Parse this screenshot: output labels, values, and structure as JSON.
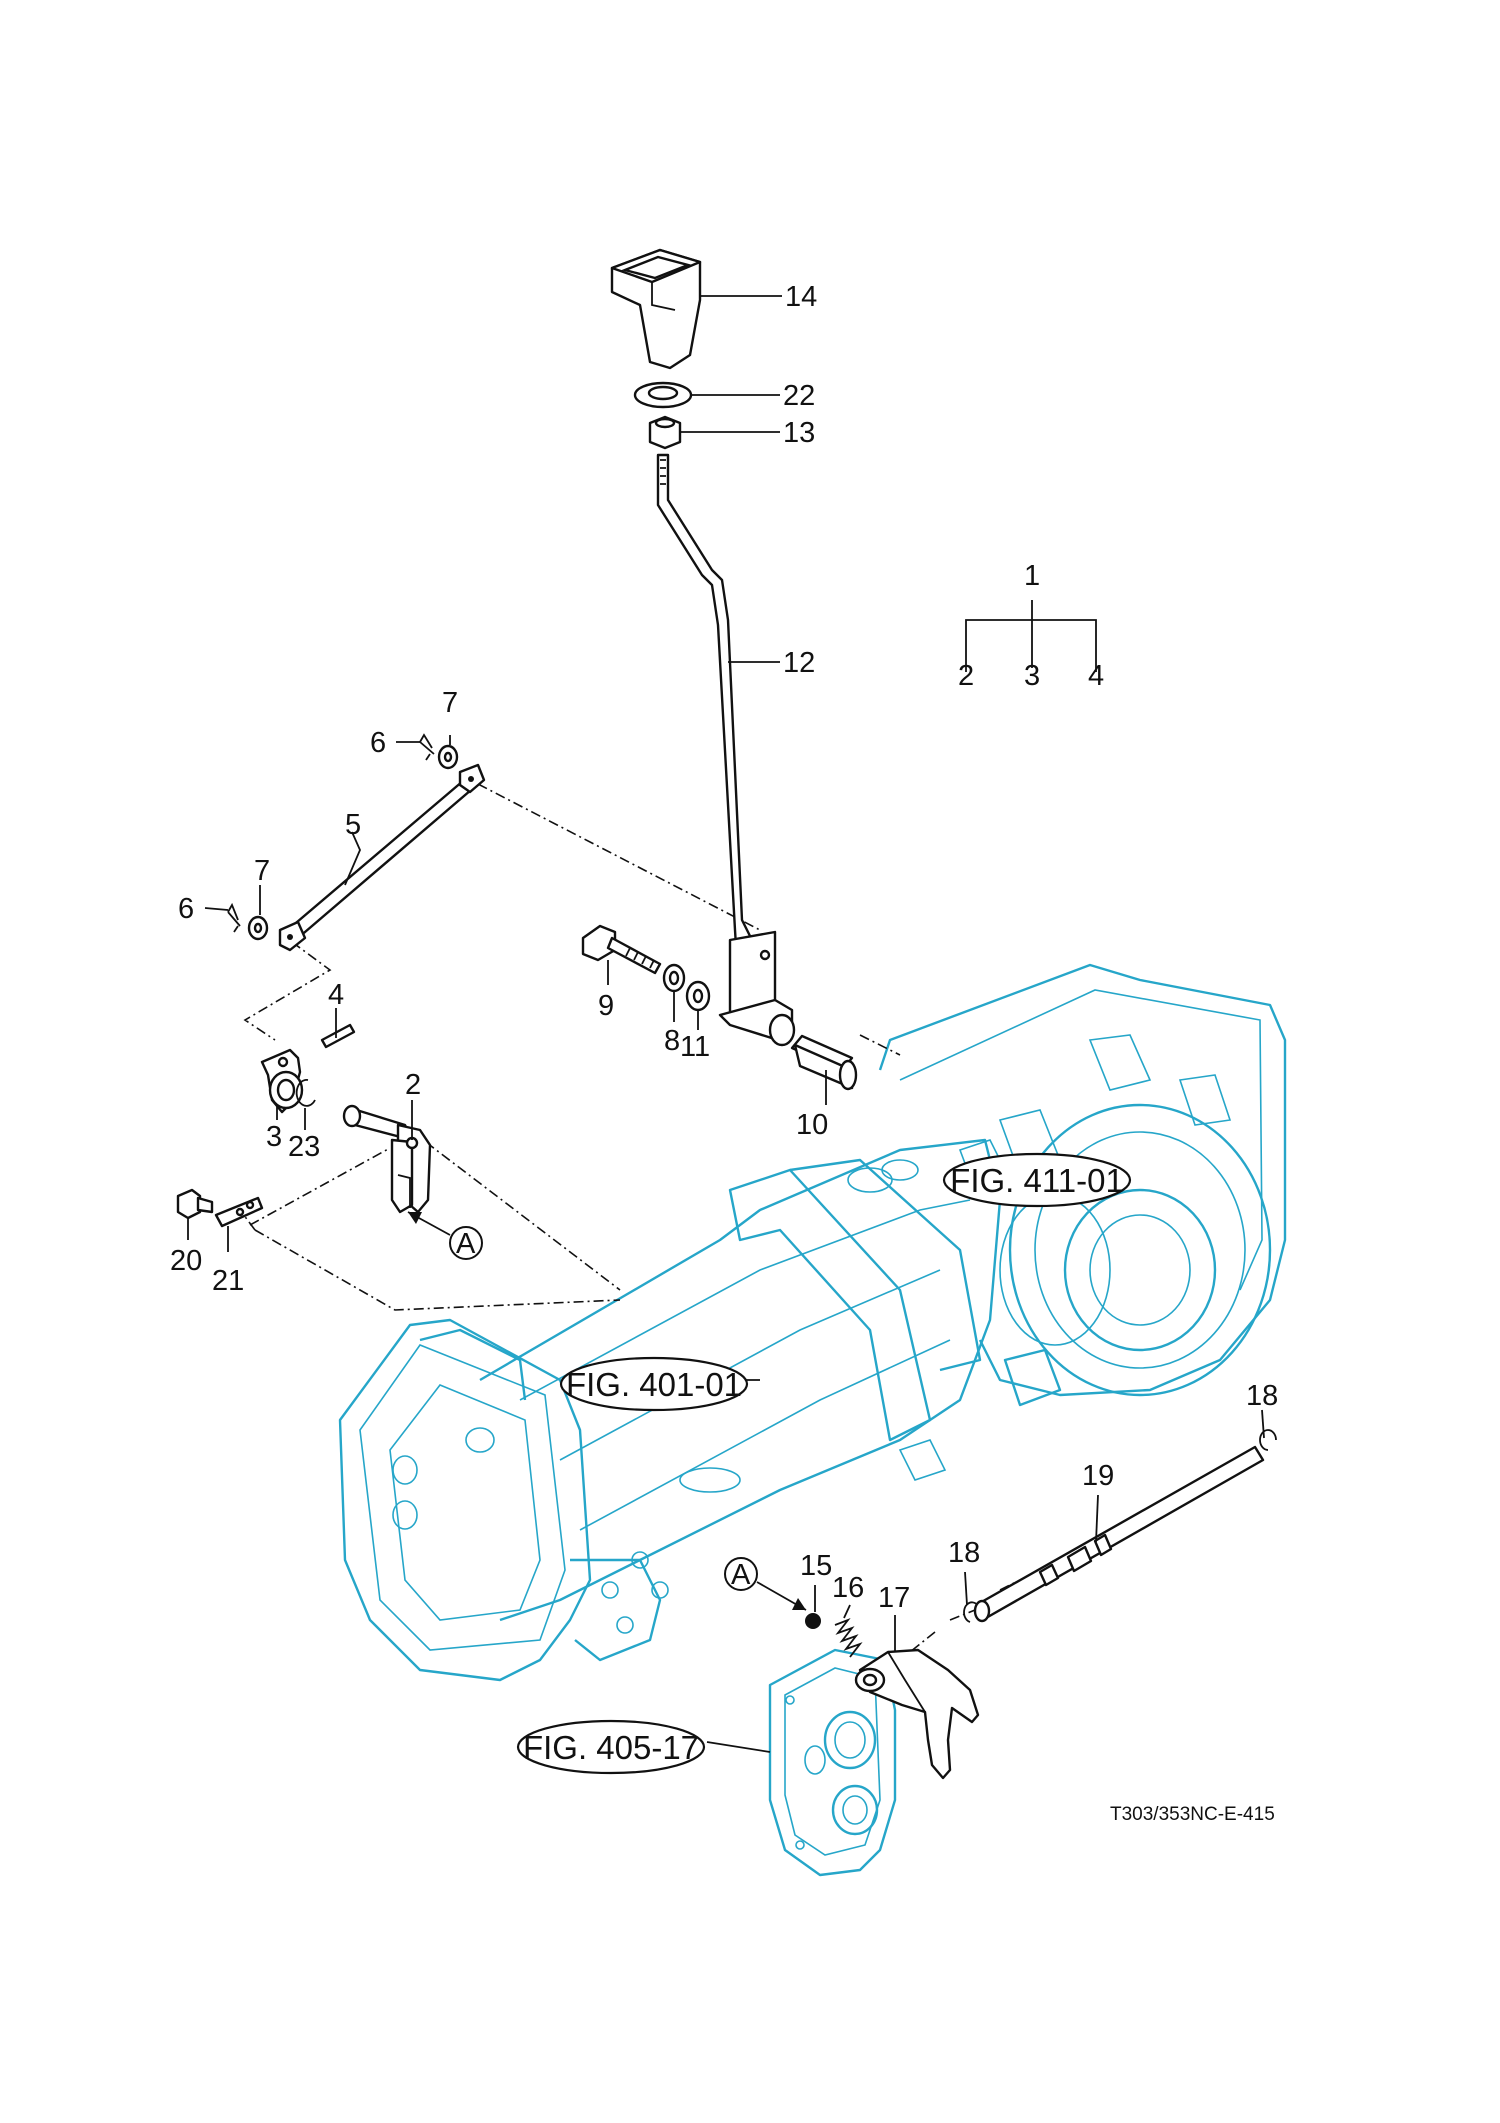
{
  "callouts": {
    "c1": "1",
    "c2a": "2",
    "c3a": "3",
    "c4a": "4",
    "c2": "2",
    "c3": "3",
    "c4": "4",
    "c5": "5",
    "c6a": "6",
    "c6b": "6",
    "c7a": "7",
    "c7b": "7",
    "c8": "8",
    "c9": "9",
    "c10": "10",
    "c11": "11",
    "c12": "12",
    "c13": "13",
    "c14": "14",
    "c15": "15",
    "c16": "16",
    "c17": "17",
    "c18a": "18",
    "c18b": "18",
    "c19": "19",
    "c20": "20",
    "c21": "21",
    "c22": "22",
    "c23": "23"
  },
  "refs": {
    "a1": "A",
    "a2": "A"
  },
  "figure_refs": {
    "f411": "FIG. 411-01",
    "f401": "FIG. 401-01",
    "f405": "FIG. 405-17"
  },
  "drawing_code": "T303/353NC-E-415",
  "colors": {
    "housing": "#26a6c9",
    "linework": "#111111"
  }
}
